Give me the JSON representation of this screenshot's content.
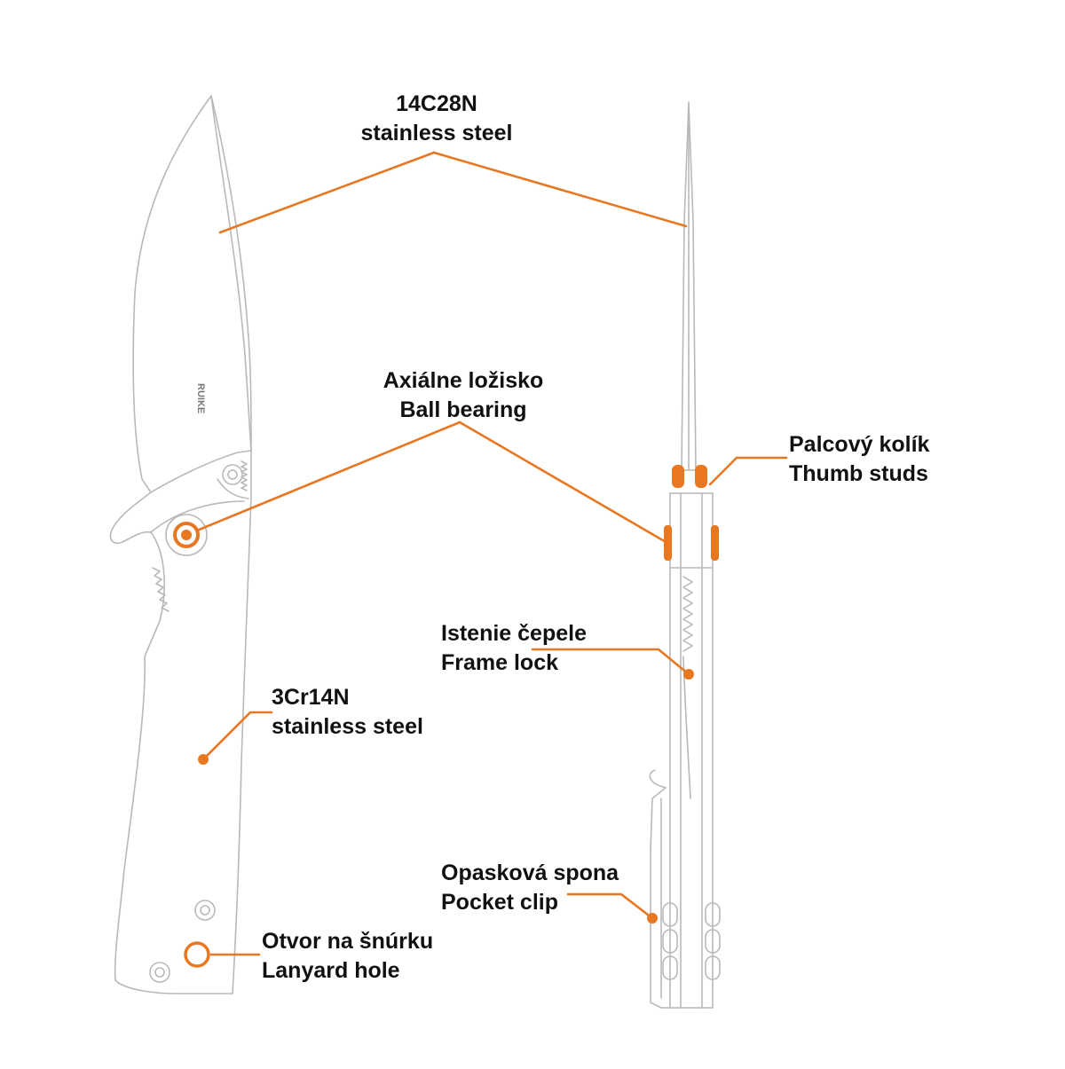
{
  "colors": {
    "accent": "#e87722",
    "outline": "#b9b9b9",
    "text": "#111111"
  },
  "brand_mark": "RUIKE",
  "callouts": [
    {
      "id": "blade-steel",
      "lines": [
        "14C28N",
        "stainless steel"
      ]
    },
    {
      "id": "ball-bearing",
      "lines": [
        "Axiálne ložisko",
        "Ball bearing"
      ]
    },
    {
      "id": "thumb-studs",
      "lines": [
        "Palcový kolík",
        "Thumb studs"
      ]
    },
    {
      "id": "frame-lock",
      "lines": [
        "Istenie čepele",
        "Frame lock"
      ]
    },
    {
      "id": "handle-steel",
      "lines": [
        "3Cr14N",
        "stainless steel"
      ]
    },
    {
      "id": "pocket-clip",
      "lines": [
        "Opasková spona",
        "Pocket clip"
      ]
    },
    {
      "id": "lanyard-hole",
      "lines": [
        "Otvor na šnúrku",
        "Lanyard hole"
      ]
    }
  ]
}
